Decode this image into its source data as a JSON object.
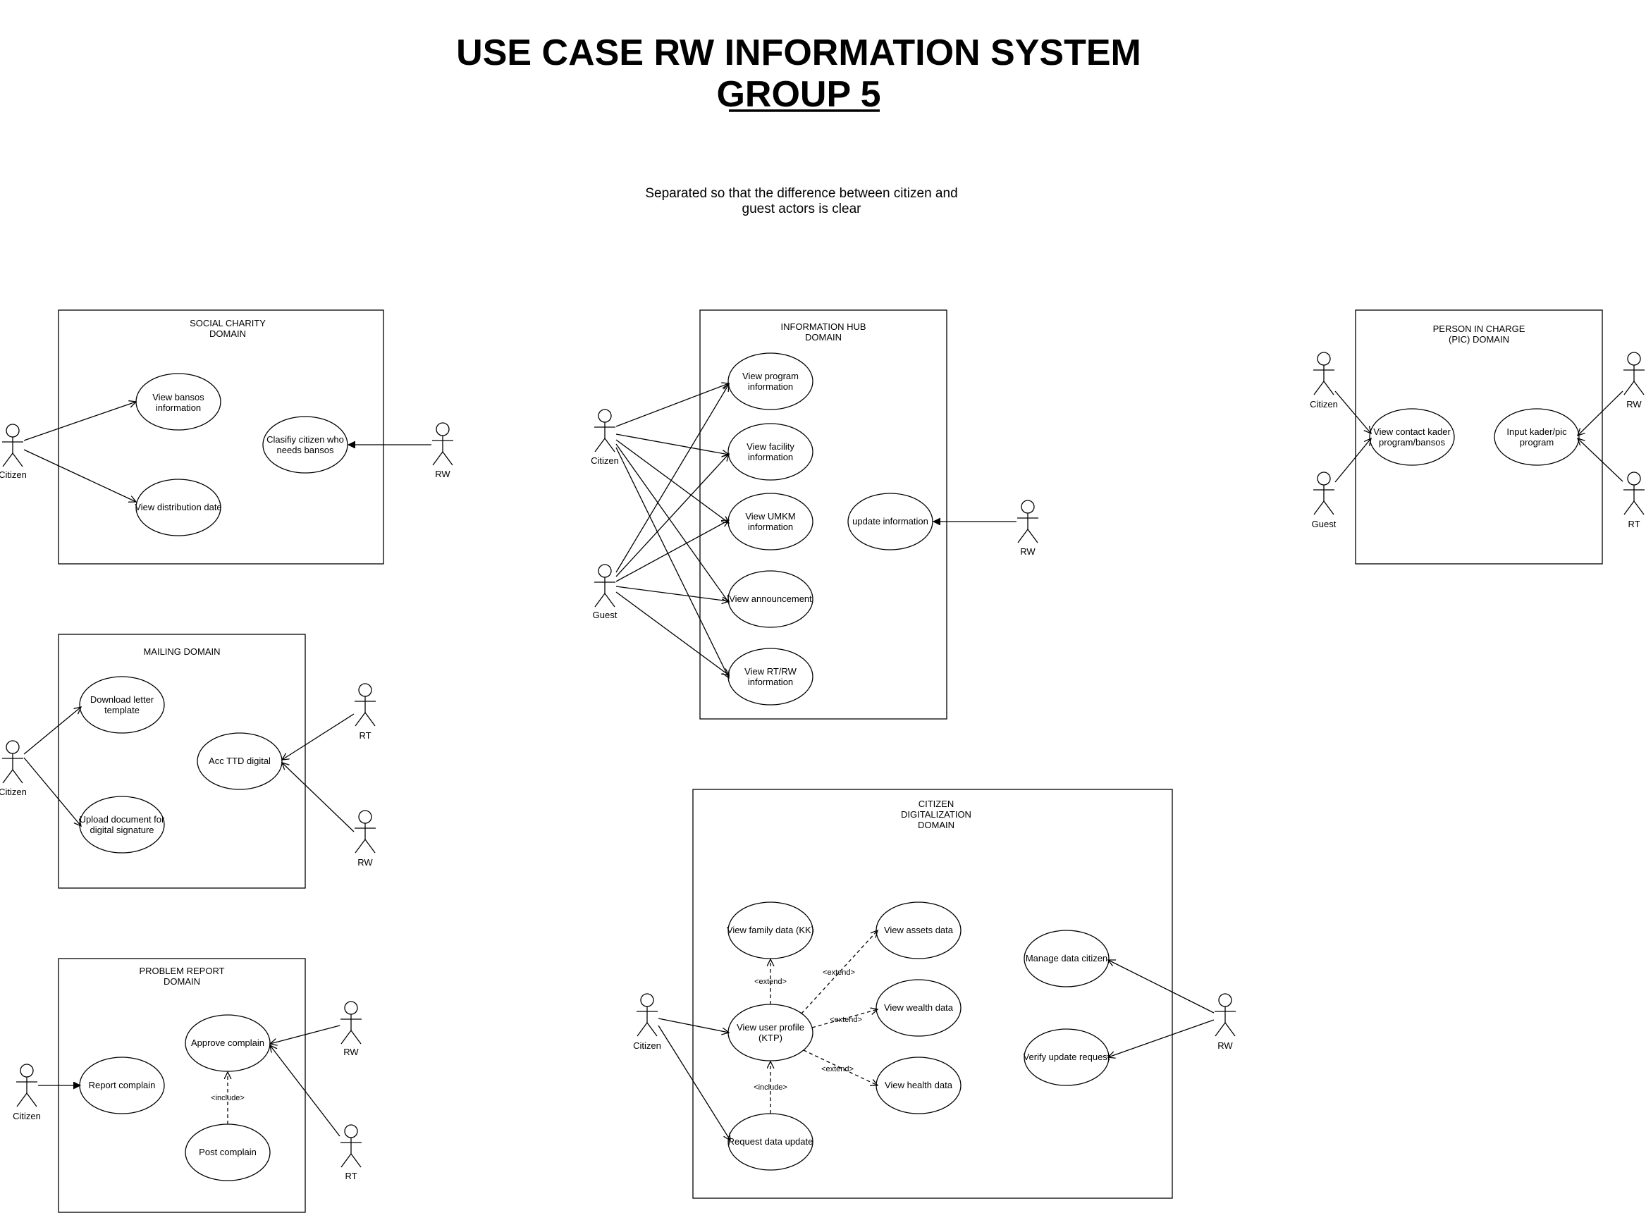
{
  "header": {
    "title": "USE CASE RW INFORMATION SYSTEM",
    "subtitle": "GROUP 5",
    "note_lines": [
      "Separated so that the difference between citizen and",
      "guest actors is clear"
    ]
  },
  "domains": {
    "social_charity": {
      "title": [
        "SOCIAL CHARITY",
        "DOMAIN"
      ],
      "use_cases": {
        "view_bansos": [
          "View bansos",
          "information"
        ],
        "view_distribution": [
          "View distribution date"
        ],
        "classify": [
          "Clasifiy citizen who",
          "needs bansos"
        ]
      },
      "actors": {
        "citizen": "Citizen",
        "rw": "RW"
      }
    },
    "information_hub": {
      "title": [
        "INFORMATION HUB",
        "DOMAIN"
      ],
      "use_cases": {
        "program": [
          "View program",
          "information"
        ],
        "facility": [
          "View facility",
          "information"
        ],
        "umkm": [
          "View UMKM",
          "information"
        ],
        "announcement": [
          "View announcement"
        ],
        "rtrw": [
          "View RT/RW",
          "information"
        ],
        "update": [
          "update information"
        ]
      },
      "actors": {
        "citizen": "Citizen",
        "guest": "Guest",
        "rw": "RW"
      }
    },
    "pic": {
      "title": [
        "PERSON IN CHARGE",
        "(PIC) DOMAIN"
      ],
      "use_cases": {
        "contact": [
          "View contact kader",
          "program/bansos"
        ],
        "input": [
          "Input kader/pic",
          "program"
        ]
      },
      "actors": {
        "citizen": "Citizen",
        "guest": "Guest",
        "rw": "RW",
        "rt": "RT"
      }
    },
    "mailing": {
      "title": [
        "MAILING DOMAIN"
      ],
      "use_cases": {
        "download": [
          "Download letter",
          "template"
        ],
        "upload": [
          "Upload document for",
          "digital signature"
        ],
        "acc": [
          "Acc TTD digital"
        ]
      },
      "actors": {
        "citizen": "Citizen",
        "rt": "RT",
        "rw": "RW"
      }
    },
    "problem_report": {
      "title": [
        "PROBLEM REPORT",
        "DOMAIN"
      ],
      "use_cases": {
        "report": [
          "Report complain"
        ],
        "approve": [
          "Approve complain"
        ],
        "post": [
          "Post complain"
        ]
      },
      "relation": "<include>",
      "actors": {
        "citizen": "Citizen",
        "rw": "RW",
        "rt": "RT"
      }
    },
    "citizen_digitalization": {
      "title": [
        "CITIZEN",
        "DIGITALIZATION",
        "DOMAIN"
      ],
      "use_cases": {
        "family": [
          "View family data (KK)"
        ],
        "profile": [
          "View user profile",
          "(KTP)"
        ],
        "request": [
          "Request data update"
        ],
        "assets": [
          "View assets data"
        ],
        "wealth": [
          "View wealth data"
        ],
        "health": [
          "View health data"
        ],
        "manage": [
          "Manage data citizen"
        ],
        "verify": [
          "Verify update request"
        ]
      },
      "relations": {
        "extend": "<extend>",
        "include": "<include>"
      },
      "actors": {
        "citizen": "Citizen",
        "rw": "RW"
      }
    }
  }
}
